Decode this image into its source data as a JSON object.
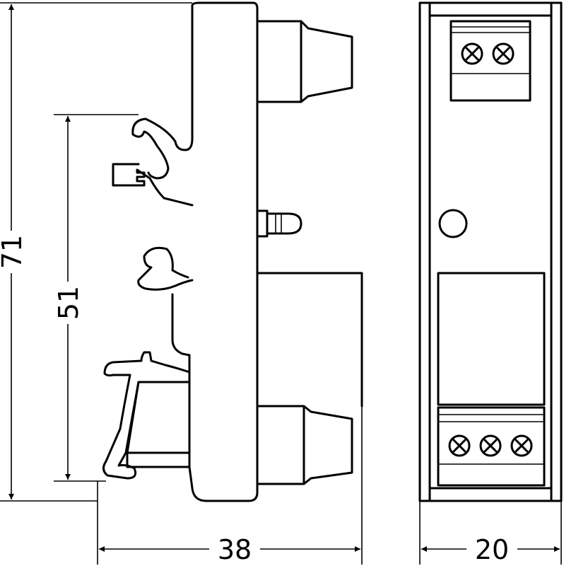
{
  "dimensions": {
    "overall_height": "71",
    "rail_height": "51",
    "side_depth": "38",
    "front_width": "20"
  },
  "colors": {
    "line": "#000000",
    "background": "#ffffff"
  }
}
